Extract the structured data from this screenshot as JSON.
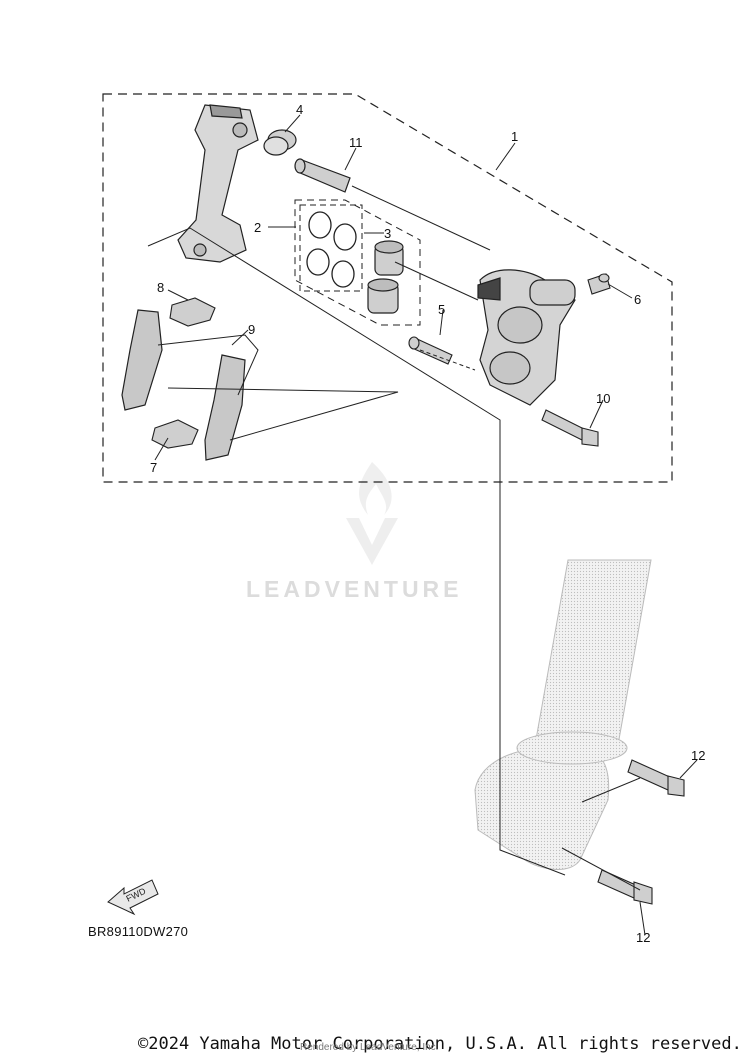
{
  "diagram": {
    "callouts": [
      "1",
      "2",
      "3",
      "4",
      "5",
      "6",
      "7",
      "8",
      "9",
      "10",
      "11",
      "12",
      "12"
    ],
    "arrow_label": "FWD",
    "code": "BR89110DW270"
  },
  "watermark": {
    "text": "LEADVENTURE"
  },
  "footer": {
    "copyright": "©2024 Yamaha Motor Corporation, U.S.A. All rights reserved.",
    "rendered_by": "Rendered by LeadVenture, Inc."
  }
}
